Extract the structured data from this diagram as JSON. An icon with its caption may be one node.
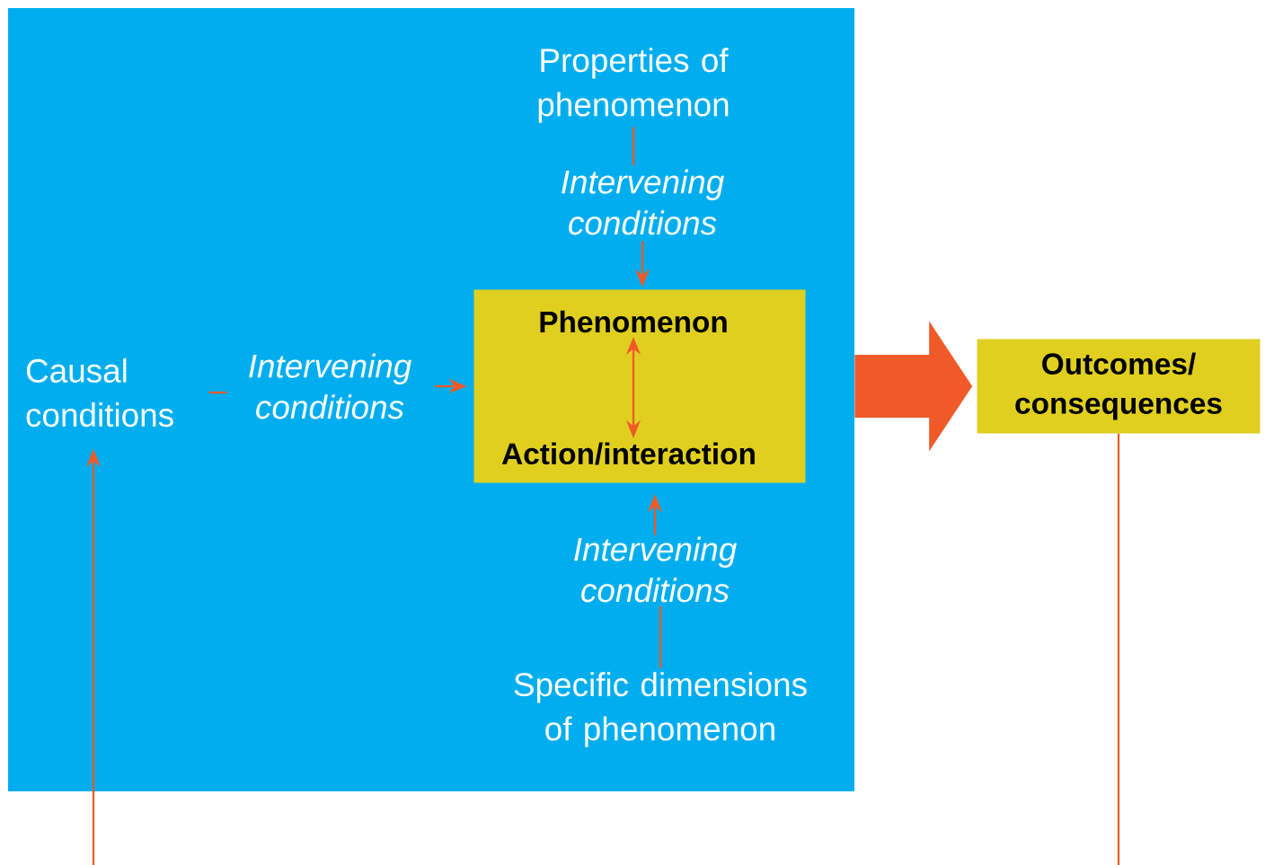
{
  "diagram": {
    "nodes": [
      {
        "text": [],
        "shape": "box"
      },
      {
        "text": [
          "Properties of phenomenon"
        ],
        "in": 0
      },
      {
        "text": [
          "Intervening conditions"
        ],
        "in": 0
      },
      {
        "text": [],
        "shape": "box",
        "in": 0
      },
      {
        "text": [
          "Phenomenon"
        ],
        "in": 3
      },
      {
        "text": [
          "Action/interaction"
        ],
        "in": 3
      },
      {
        "text": [
          "Causal conditions"
        ],
        "in": 0
      },
      {
        "text": [
          "Intervening conditions"
        ],
        "in": 0
      },
      {
        "text": [
          "Intervening conditions"
        ],
        "in": 0
      },
      {
        "text": [
          "Specific dimensions of phenomenon"
        ],
        "in": 0
      },
      {
        "text": [
          "Outcomes/ consequences"
        ]
      }
    ],
    "edges": [
      {
        "from": 1,
        "to": 2,
        "arrow": "none"
      },
      {
        "from": 2,
        "to": 3,
        "arrow": "to"
      },
      {
        "from": 6,
        "to": 7,
        "arrow": "none"
      },
      {
        "from": 7,
        "to": 3,
        "arrow": "to"
      },
      {
        "from": 9,
        "to": 8,
        "arrow": "none"
      },
      {
        "from": 8,
        "to": 3,
        "arrow": "to"
      },
      {
        "from": 4,
        "to": 5,
        "arrow": "both"
      },
      {
        "from": 0,
        "to": 10,
        "arrow": "to",
        "style": "thick"
      },
      {
        "from": 10,
        "to": 6,
        "arrow": "to"
      }
    ]
  }
}
